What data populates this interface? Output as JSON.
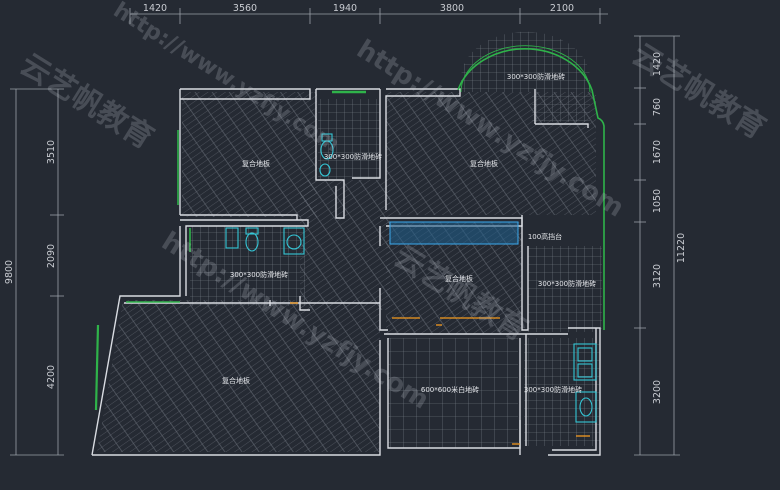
{
  "dimensions": {
    "top": [
      "1420",
      "3560",
      "1940",
      "3800",
      "2100"
    ],
    "left": [
      "3510",
      "2090",
      "4200"
    ],
    "left_total": "9800",
    "right": [
      "1420",
      "760",
      "1670",
      "1050",
      "3120",
      "3200"
    ],
    "right_total": "11220"
  },
  "rooms": {
    "top_left": "复合地板",
    "top_bath": "300*300防滑地砖",
    "top_right": "复合地板",
    "balcony_round": "300*300防滑地砖",
    "mid_bath": "300*300防滑地砖",
    "center": "复合地板",
    "counter": "100高挡台",
    "right_strip": "300*300防滑地砖",
    "big_left": "复合地板",
    "kitchen": "600*600米白地砖",
    "right_bottom": "300*300防滑地砖"
  },
  "watermarks": [
    "http://www.yzfjy.com",
    "云艺帆教育"
  ],
  "colors": {
    "background": "#252a33",
    "wall": "#d9dce2",
    "hatch": "#6d737d",
    "window": "#2fb34a",
    "fixture": "#34c6d6",
    "accent": "#f39a1f",
    "watermark": "#c8cdd7"
  }
}
